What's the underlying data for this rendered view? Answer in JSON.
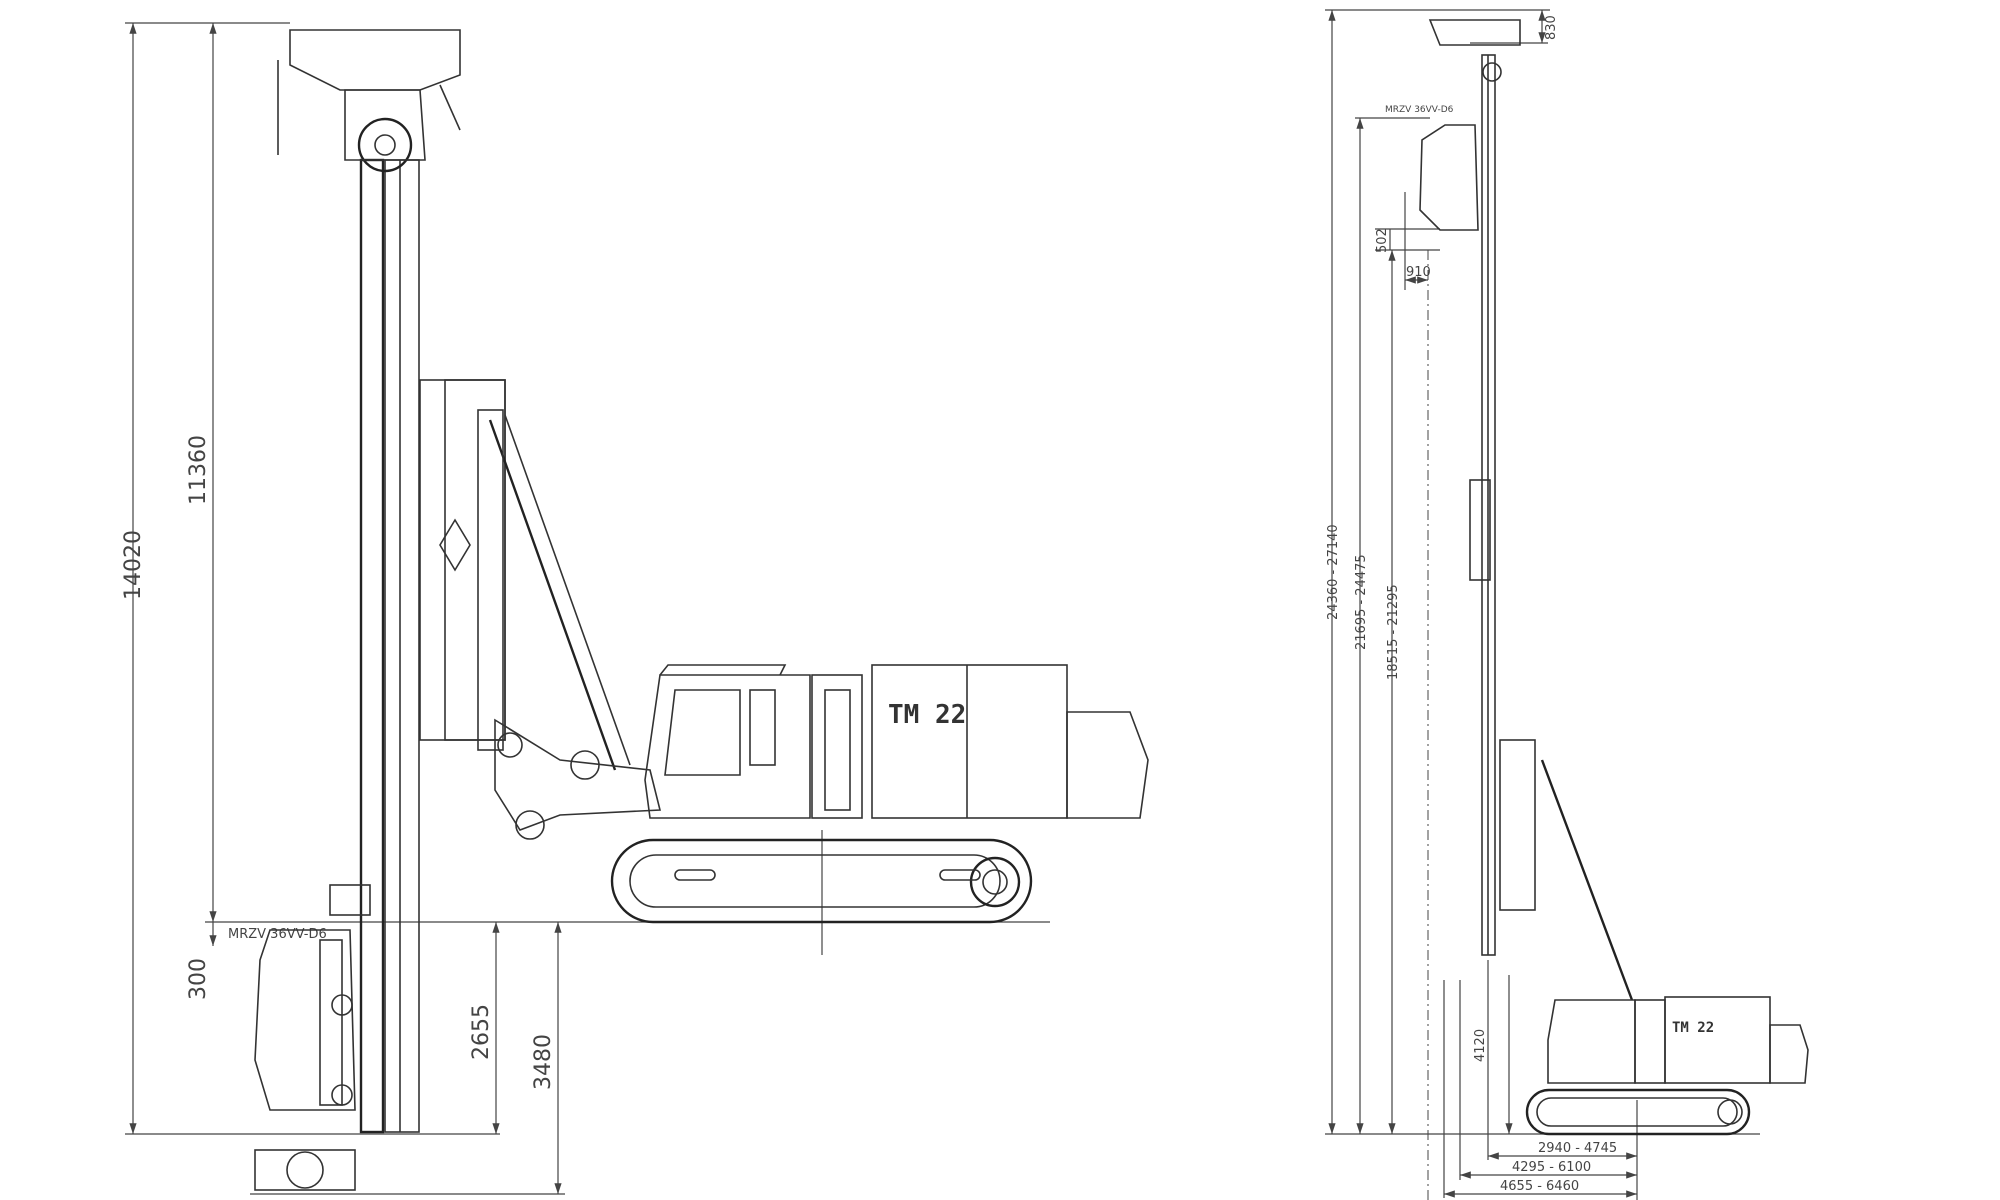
{
  "left_view": {
    "dimensions": {
      "overall_height": "14020",
      "mast_height": "11360",
      "below_ground": "300",
      "drill_depth_a": "2655",
      "drill_depth_b": "3480"
    },
    "drill_head_label": "MRZV 36VV-D6",
    "machine_label": "TM 22"
  },
  "right_view": {
    "dimensions": {
      "top": "830",
      "overall_height": "24360 - 27140",
      "height_2": "21695 - 24475",
      "height_3": "18515 - 21295",
      "head_height": "502",
      "head_offset": "910",
      "pivot_height": "4120",
      "reach_1": "2940 - 4745",
      "reach_2": "4295 - 6100",
      "reach_3": "4655 - 6460"
    },
    "drill_head_label": "MRZV 36VV-D6",
    "machine_label": "TM 22"
  }
}
